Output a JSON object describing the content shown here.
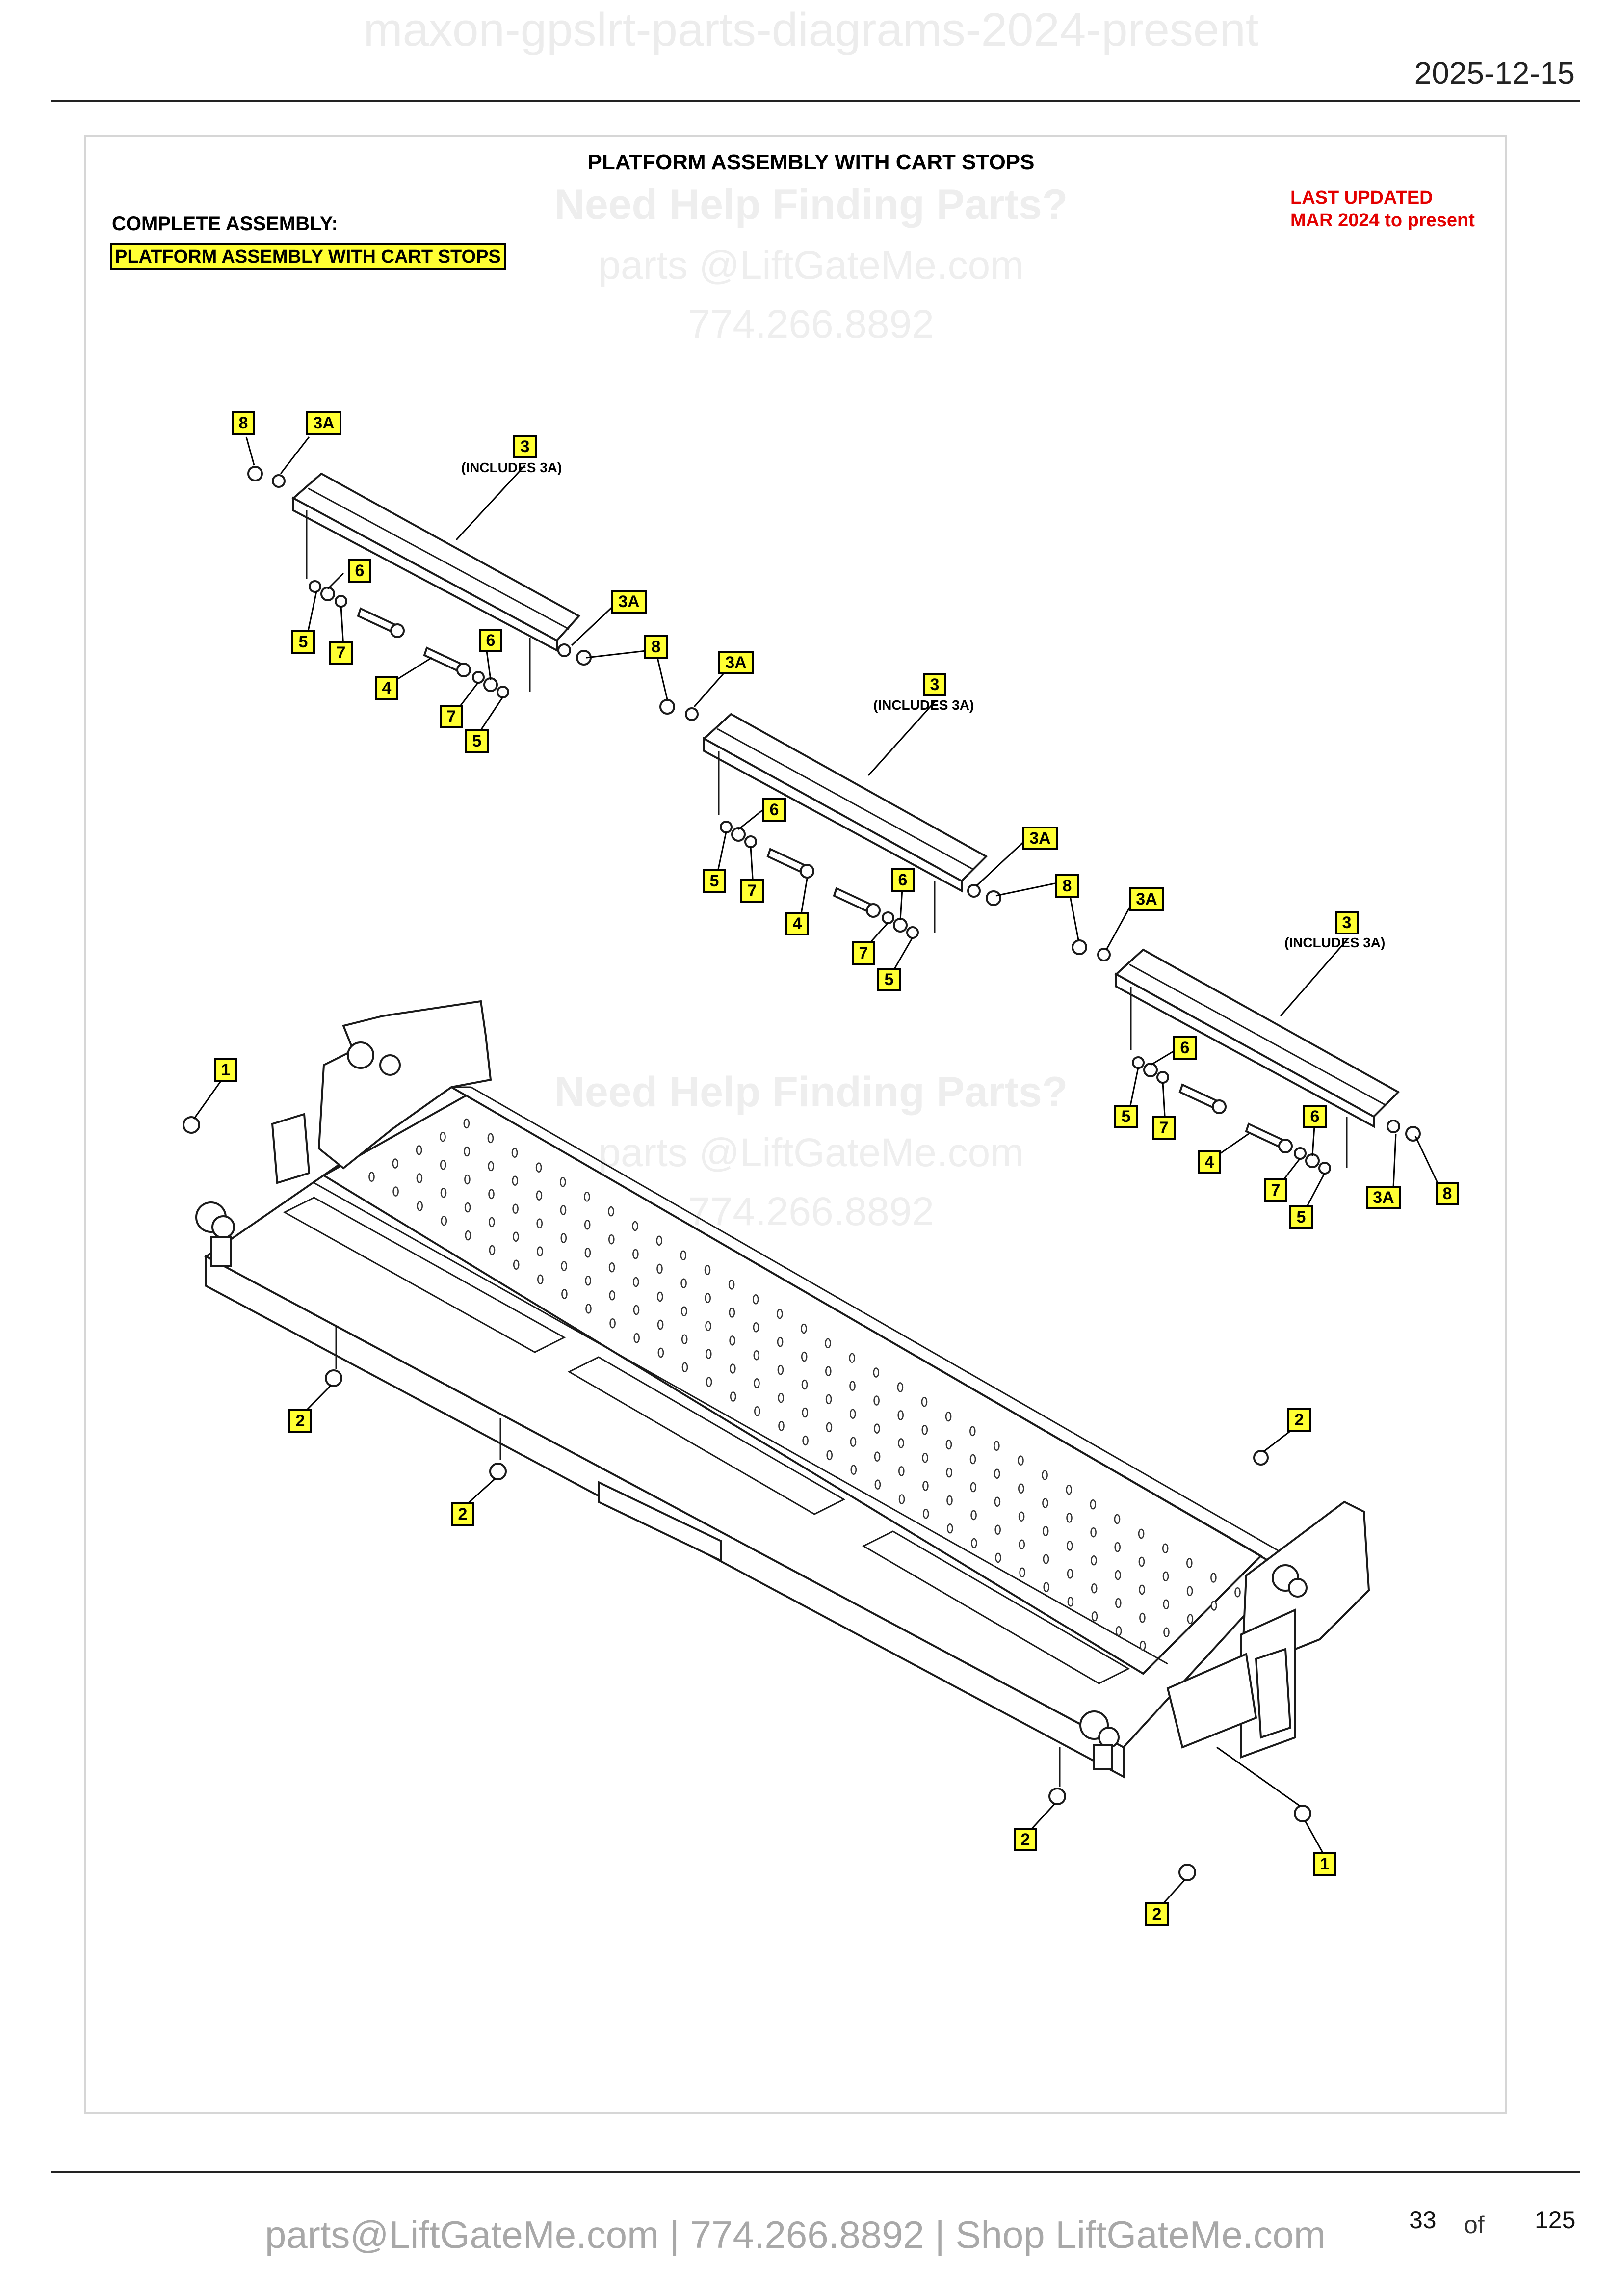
{
  "header": {
    "watermark": "maxon-gpslrt-parts-diagrams-2024-present",
    "date": "2025-12-15"
  },
  "diagram": {
    "title": "PLATFORM ASSEMBLY WITH CART STOPS",
    "complete_assembly_label": "COMPLETE ASSEMBLY:",
    "complete_assembly_name": "PLATFORM ASSEMBLY WITH CART STOPS",
    "last_updated_line1": "LAST UPDATED",
    "last_updated_line2": "MAR 2024 to present",
    "includes_note": "(INCLUDES 3A)"
  },
  "watermark": {
    "line1": "Need Help Finding Parts?",
    "line2": "parts @LiftGateMe.com",
    "line3": "774.266.8892"
  },
  "callouts": [
    "1",
    "2",
    "3",
    "3A",
    "4",
    "5",
    "6",
    "7",
    "8"
  ],
  "footer": {
    "links": "parts@LiftGateMe.com | 774.266.8892 | Shop LiftGateMe.com",
    "page": "33",
    "of": "of",
    "total": "125"
  }
}
